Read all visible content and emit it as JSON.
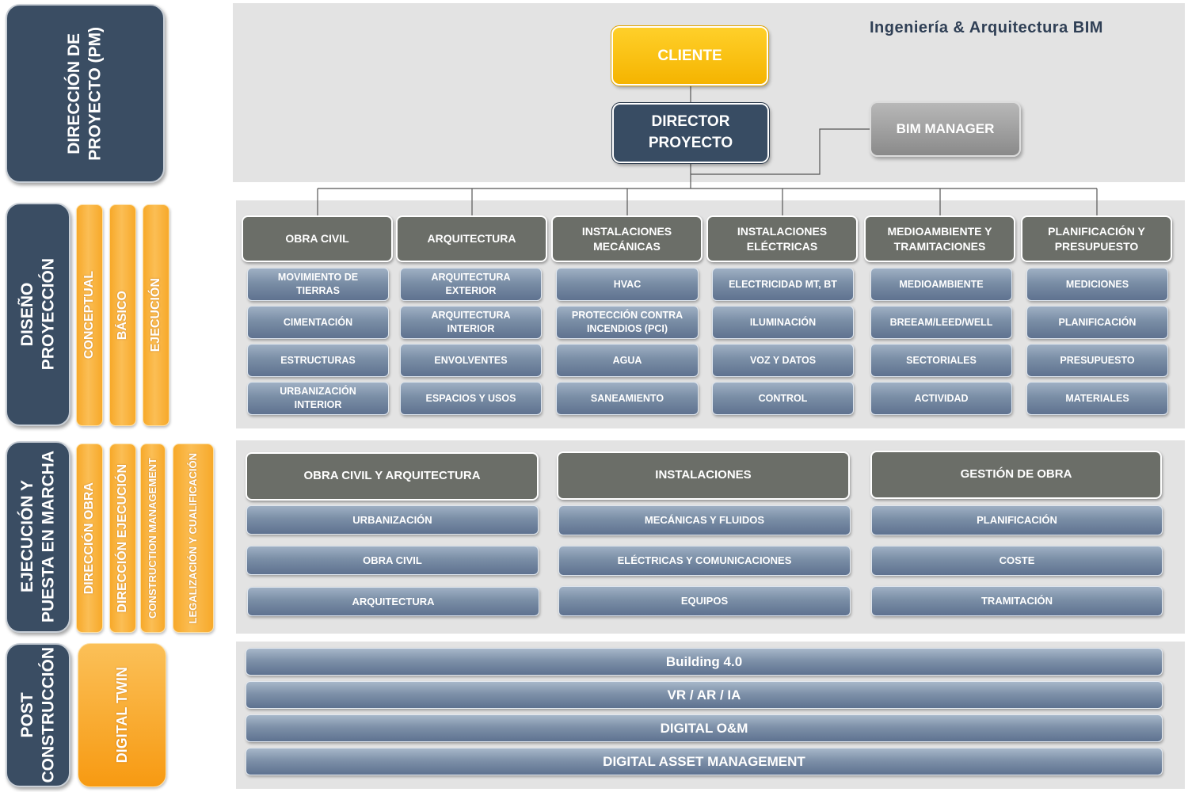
{
  "brand": "Ingeniería & Arquitectura BIM",
  "side": {
    "pm": "DIRECCIÓN DE\nPROYECTO (PM)",
    "diseno": "DISEÑO\nPROYECCIÓN",
    "ejecucion": "EJECUCIÓN Y\nPUESTA EN MARCHA",
    "post": "POST\nCONSTRUCCIÓN"
  },
  "phases": {
    "diseno": [
      "CONCEPTUAL",
      "BÁSICO",
      "EJECUCIÓN"
    ],
    "ejecucion": [
      "DIRECCIÓN OBRA",
      "DIRECCIÓN EJECUCIÓN",
      "CONSTRUCTION MANAGEMENT",
      "LEGALIZACIÓN Y CUALIFICACIÓN"
    ],
    "post": [
      "DIGITAL TWIN"
    ]
  },
  "org": {
    "cliente": "CLIENTE",
    "director": "DIRECTOR\nPROYECTO",
    "bim_manager": "BIM MANAGER"
  },
  "design": [
    {
      "head": "OBRA CIVIL",
      "items": [
        "MOVIMIENTO DE\nTIERRAS",
        "CIMENTACIÓN",
        "ESTRUCTURAS",
        "URBANIZACIÓN\nINTERIOR"
      ]
    },
    {
      "head": "ARQUITECTURA",
      "items": [
        "ARQUITECTURA\nEXTERIOR",
        "ARQUITECTURA\nINTERIOR",
        "ENVOLVENTES",
        "ESPACIOS Y USOS"
      ]
    },
    {
      "head": "INSTALACIONES\nMECÁNICAS",
      "items": [
        "HVAC",
        "PROTECCIÓN CONTRA\nINCENDIOS (PCI)",
        "AGUA",
        "SANEAMIENTO"
      ]
    },
    {
      "head": "INSTALACIONES\nELÉCTRICAS",
      "items": [
        "ELECTRICIDAD MT, BT",
        "ILUMINACIÓN",
        "VOZ Y DATOS",
        "CONTROL"
      ]
    },
    {
      "head": "MEDIOAMBIENTE Y\nTRAMITACIONES",
      "items": [
        "MEDIOAMBIENTE",
        "BREEAM/LEED/WELL",
        "SECTORIALES",
        "ACTIVIDAD"
      ]
    },
    {
      "head": "PLANIFICACIÓN Y\nPRESUPUESTO",
      "items": [
        "MEDICIONES",
        "PLANIFICACIÓN",
        "PRESUPUESTO",
        "MATERIALES"
      ]
    }
  ],
  "construction": [
    {
      "head": "OBRA CIVIL Y ARQUITECTURA",
      "items": [
        "URBANIZACIÓN",
        "OBRA CIVIL",
        "ARQUITECTURA"
      ]
    },
    {
      "head": "INSTALACIONES",
      "items": [
        "MECÁNICAS Y FLUIDOS",
        "ELÉCTRICAS Y COMUNICACIONES",
        "EQUIPOS"
      ]
    },
    {
      "head": "GESTIÓN DE OBRA",
      "items": [
        "PLANIFICACIÓN",
        "COSTE",
        "TRAMITACIÓN"
      ]
    }
  ],
  "post_bars": [
    "Building 4.0",
    "VR / AR / IA",
    "DIGITAL O&M",
    "DIGITAL ASSET MANAGEMENT"
  ]
}
